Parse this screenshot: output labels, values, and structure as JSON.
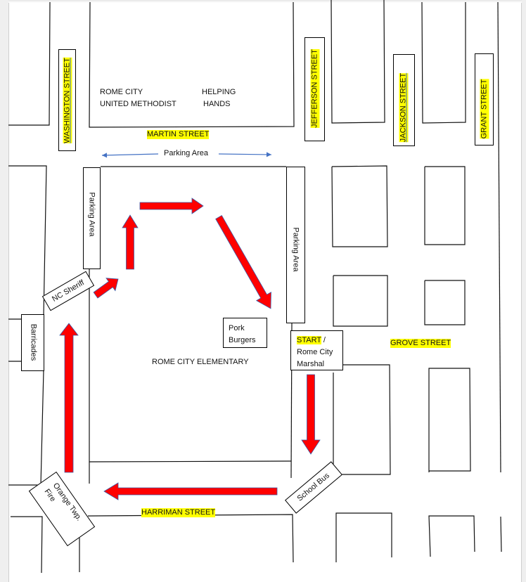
{
  "streets": {
    "washington": "WASHINGTON  STREET",
    "jefferson": "JEFFERSON   STREET",
    "jackson": "JACKSON  STREET",
    "grant": "GRANT   STREET",
    "martin": "MARTIN STREET",
    "grove": "GROVE STREET",
    "harriman": "HARRIMAN STREET"
  },
  "places": {
    "church_line1": "ROME CITY",
    "church_line2": "UNITED METHODIST",
    "helping_line1": "HELPING",
    "helping_line2": "HANDS",
    "school": "ROME CITY ELEMENTARY",
    "pork_line1": "Pork",
    "pork_line2": "Burgers"
  },
  "parking": {
    "top": "Parking Area",
    "left": "Parking Area",
    "right": "Parking Area"
  },
  "stations": {
    "start_highlight": "START",
    "start_rest": " /",
    "start_line2": "Rome City",
    "start_line3": "Marshal",
    "sheriff": "NC Sheriff",
    "barricades": "Barricades",
    "fire_line1": "Orange Twp.",
    "fire_line2": "Fire",
    "school_bus": "School Bus"
  },
  "colors": {
    "route_arrow": "#ff0000",
    "route_outline": "#3a5ba8",
    "parking_arrow": "#4472c4",
    "highlight": "#ffff00"
  }
}
